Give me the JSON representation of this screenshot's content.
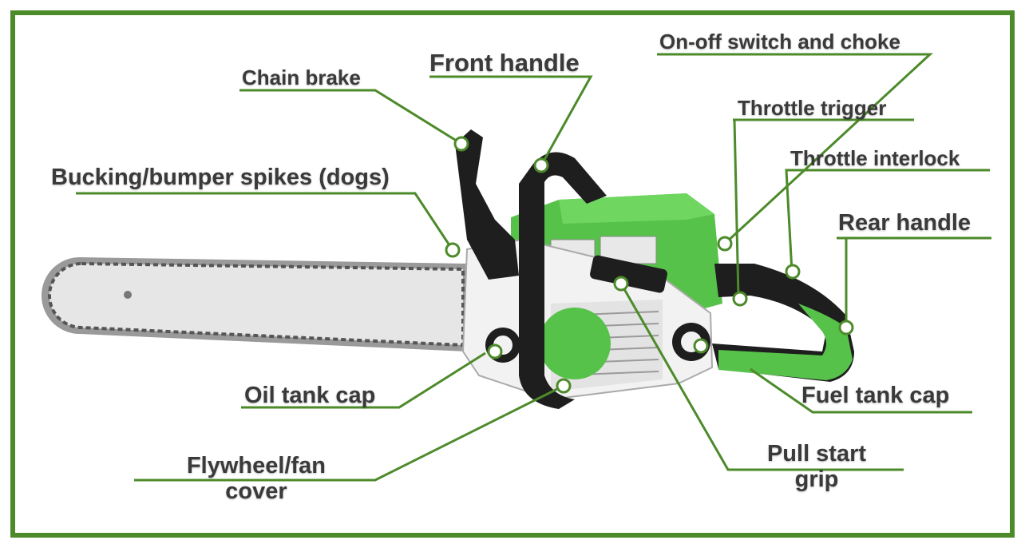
{
  "colors": {
    "frame": "#4c8a2a",
    "leader": "#4c8a2a",
    "body_green": "#57c24a",
    "housing_white": "#f2f2f2",
    "handle_black": "#1e1e1e",
    "bar_silver": "#e6e6e6",
    "text": "#3a3a3a"
  },
  "labels": {
    "on_off": "On-off switch and choke",
    "front_handle": "Front handle",
    "chain_brake": "Chain brake",
    "throttle_trigger": "Throttle trigger",
    "throttle_interlock": "Throttle interlock",
    "bucking_spikes": "Bucking/bumper spikes (dogs)",
    "rear_handle": "Rear handle",
    "oil_tank_cap": "Oil tank cap",
    "fuel_tank_cap": "Fuel tank cap",
    "pull_start_line1": "Pull start",
    "pull_start_line2": "grip",
    "flywheel_line1": "Flywheel/fan",
    "flywheel_line2": "cover"
  },
  "icons": [
    "chainsaw-illustration",
    "callout-dot"
  ]
}
